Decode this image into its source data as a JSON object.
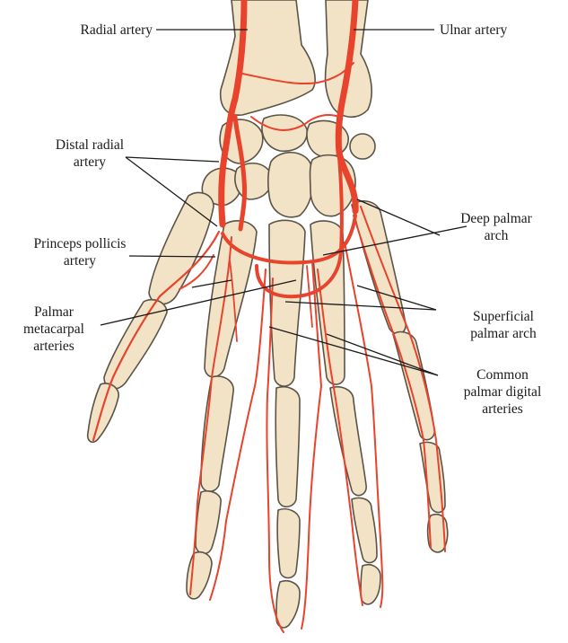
{
  "colors": {
    "bone": "#f3e3c6",
    "outline": "#5a5346",
    "artery": "#e8432c",
    "leader": "#1a1a1a",
    "text": "#1a1a1a"
  },
  "labels": {
    "radial_artery": {
      "lines": [
        "Radial artery"
      ]
    },
    "ulnar_artery": {
      "lines": [
        "Ulnar artery"
      ]
    },
    "distal_radial_artery": {
      "lines": [
        "Distal radial",
        "artery"
      ]
    },
    "deep_palmar_arch": {
      "lines": [
        "Deep palmar",
        "arch"
      ]
    },
    "princeps_pollicis_artery": {
      "lines": [
        "Princeps pollicis",
        "artery"
      ]
    },
    "palmar_metacarpal_arteries": {
      "lines": [
        "Palmar",
        "metacarpal",
        "arteries"
      ]
    },
    "superficial_palmar_arch": {
      "lines": [
        "Superficial",
        "palmar arch"
      ]
    },
    "common_palmar_digital_arteries": {
      "lines": [
        "Common",
        "palmar digital",
        "arteries"
      ]
    }
  }
}
